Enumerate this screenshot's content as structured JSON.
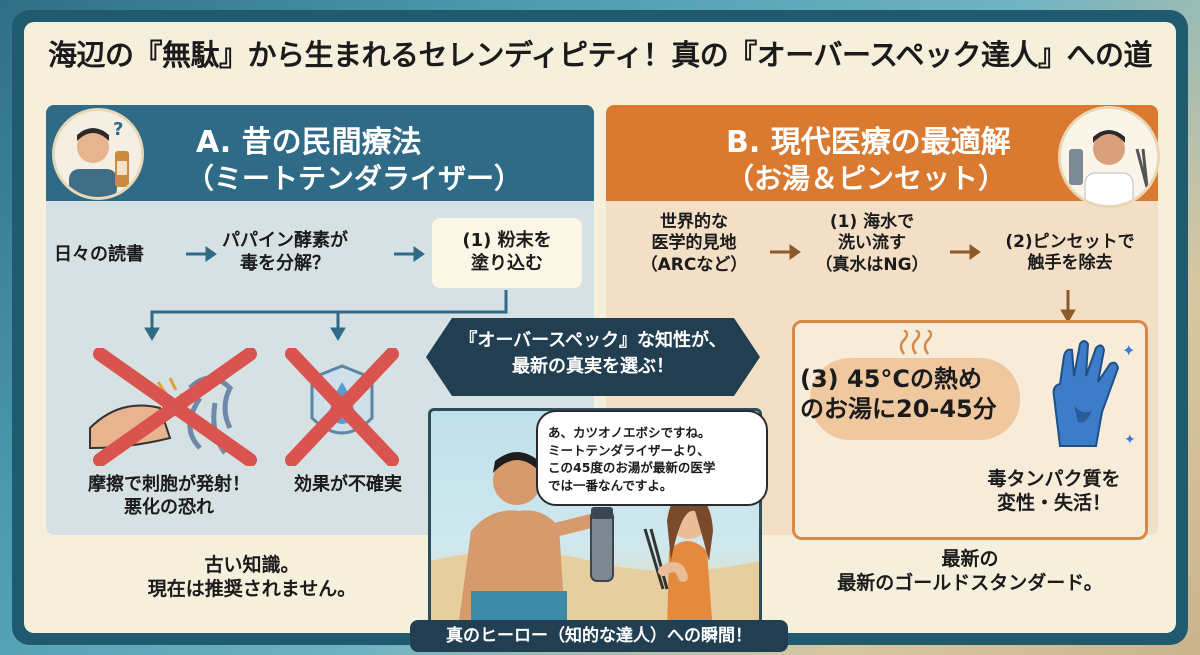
{
  "title": "海辺の『無駄』から生まれるセレンディピティ！真の『オーバースペック達人』への道",
  "panel_a": {
    "heading": "A. 昔の民間療法",
    "subheading": "（ミートテンダライザー）",
    "flow": [
      "日々の読書",
      "パパイン酵素が\n毒を分解？",
      "(1) 粉末を\n塗り込む"
    ],
    "x1_label": "摩擦で刺胞が発射！\n悪化の恐れ",
    "x2_label": "効果が不確実",
    "footer": "古い知識。\n現在は推奨されません。"
  },
  "panel_b": {
    "heading": "B. 現代医療の最適解",
    "subheading": "（お湯＆ピンセット）",
    "flow": [
      "世界的な\n医学的見地\n（ARCなど）",
      "(1) 海水で\n洗い流す\n（真水はNG）",
      "(2)ピンセットで\n触手を除去"
    ],
    "step3": "(3) 45°Cの熱め\nのお湯に20-45分",
    "result": "毒タンパク質を\n変性・失活！",
    "footer": "最新の\n最新のゴールドスタンダード。"
  },
  "banner": "『オーバースペック』な知性が、\n最新の真実を選ぶ！",
  "speech": "あ、カツオノエボシですね。\nミートテンダライザーより、\nこの45度のお湯が最新の医学\nでは一番なんですよ。",
  "caption": "真のヒーロー（知的な達人）への瞬間！",
  "colors": {
    "panel_a": "#2f6a86",
    "panel_b": "#d97a30",
    "x_mark": "#d9534f",
    "arrow_a": "#2f6a86",
    "arrow_b": "#8a5a2b"
  }
}
